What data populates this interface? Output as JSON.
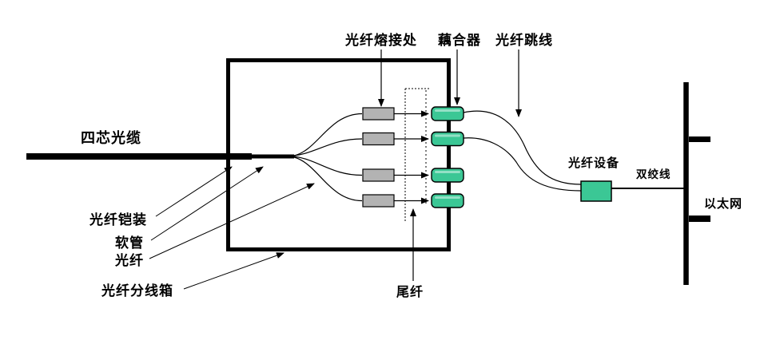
{
  "diagram": {
    "type": "fiber-optic-network-topology",
    "language": "zh-CN",
    "labels": {
      "fusion_splice": "光纤熔接处",
      "coupler": "藕合器",
      "fiber_jumper": "光纤跳线",
      "four_core_cable": "四芯光缆",
      "fiber_armor": "光纤铠装",
      "soft_tube": "软管",
      "fiber": "光纤",
      "fiber_distribution_box": "光纤分线箱",
      "pigtail": "尾纤",
      "fiber_device": "光纤设备",
      "twisted_pair": "双绞线",
      "ethernet": "以太网"
    },
    "colors": {
      "line": "#000000",
      "splice_fill": "#b3b3b3",
      "splice_stroke": "#000000",
      "coupler_fill": "#3bc795",
      "device_fill": "#3bc795",
      "background": "#ffffff"
    },
    "structure": {
      "splice_points": 4,
      "couplers": 4,
      "jumpers_to_device": 2,
      "ethernet_taps": 2
    }
  }
}
